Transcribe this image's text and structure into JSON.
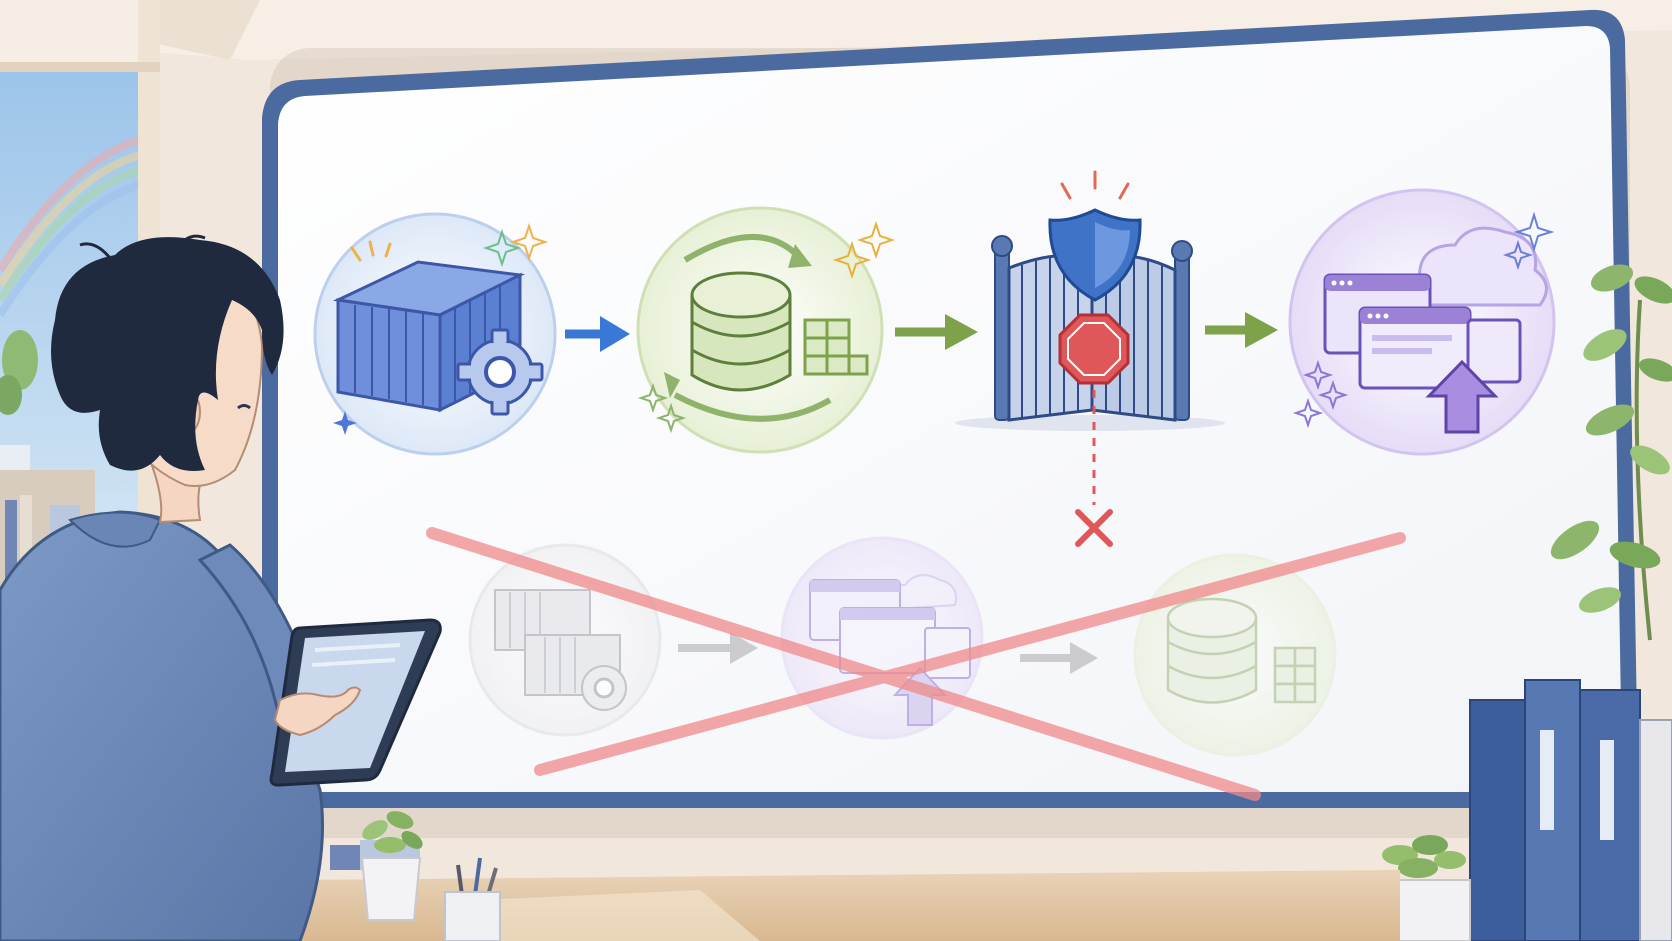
{
  "scene": {
    "description_visible_text": "",
    "pipeline_top": [
      "container-build",
      "database-sync",
      "security-gate",
      "web-deploy"
    ],
    "pipeline_bottom_crossed": [
      "container-build",
      "web-deploy",
      "database-sync"
    ],
    "colors": {
      "container_blue": "#5b7fd1",
      "database_green": "#8fb36b",
      "gate_navy": "#3d5e9c",
      "stop_red": "#e0575a",
      "deploy_purple": "#9b82d6",
      "arrow_blue": "#3a78d8",
      "arrow_green": "#7ea24a",
      "cross_red": "#f08a8a",
      "board_frame": "#4a6aa0"
    }
  }
}
